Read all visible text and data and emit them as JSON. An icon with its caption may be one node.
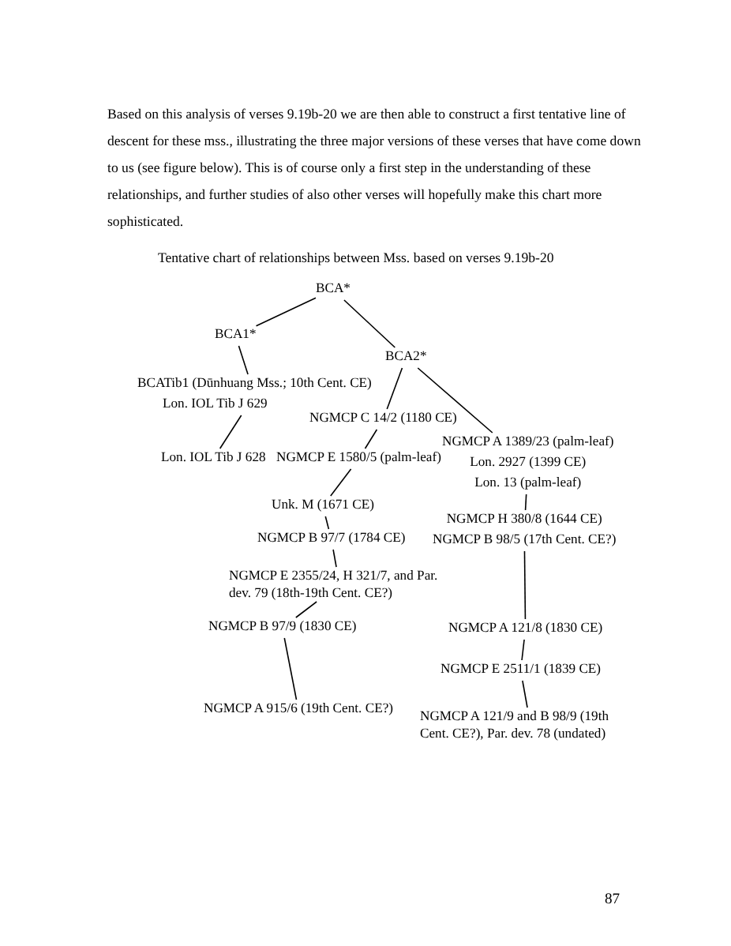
{
  "diagram": {
    "title": "Tentative chart of relationships between Mss. based on verses 9.19b-20",
    "nodes": [
      {
        "text": [
          "BCA*"
        ]
      },
      {
        "text": [
          "BCA1*"
        ]
      },
      {
        "text": [
          "BCA2*"
        ]
      },
      {
        "text": [
          "BCATib1 (Dūnhuang Mss.; 10th Cent. CE)",
          "Lon. IOL Tib J 629"
        ]
      },
      {
        "text": [
          "NGMCP C 14/2 (1180 CE)"
        ]
      },
      {
        "text": [
          "NGMCP A 1389/23 (palm-leaf)",
          "Lon. 2927 (1399 CE)",
          "Lon. 13 (palm-leaf)"
        ]
      },
      {
        "text": [
          "Lon. IOL Tib J 628"
        ]
      },
      {
        "text": [
          "NGMCP E 1580/5 (palm-leaf)"
        ]
      },
      {
        "text": [
          "Unk. M (1671 CE)"
        ]
      },
      {
        "text": [
          "NGMCP H 380/8 (1644 CE)",
          "NGMCP B 98/5 (17th Cent. CE?)"
        ]
      },
      {
        "text": [
          "NGMCP B 97/7 (1784 CE)"
        ]
      },
      {
        "text": [
          "NGMCP E 2355/24, H 321/7, and Par. dev. 79 (18th-19th Cent. CE?)"
        ]
      },
      {
        "text": [
          "NGMCP B 97/9 (1830 CE)"
        ]
      },
      {
        "text": [
          "NGMCP A 121/8 (1830 CE)"
        ]
      },
      {
        "text": [
          "NGMCP E 2511/1 (1839 CE)"
        ]
      },
      {
        "text": [
          "NGMCP A 915/6 (19th Cent. CE?)"
        ]
      },
      {
        "text": [
          "NGMCP A 121/9 and B 98/9 (19th Cent. CE?), Par. dev. 78 (undated)"
        ]
      }
    ],
    "edges": [
      {
        "from": 0,
        "to": 1,
        "arrow": "none"
      },
      {
        "from": 0,
        "to": 2,
        "arrow": "none"
      },
      {
        "from": 1,
        "to": 3,
        "arrow": "none"
      },
      {
        "from": 3,
        "to": 6,
        "arrow": "none"
      },
      {
        "from": 2,
        "to": 4,
        "arrow": "none"
      },
      {
        "from": 4,
        "to": 7,
        "arrow": "none"
      },
      {
        "from": 7,
        "to": 8,
        "arrow": "none"
      },
      {
        "from": 2,
        "to": 5,
        "arrow": "none"
      },
      {
        "from": 5,
        "to": 9,
        "arrow": "none"
      },
      {
        "from": 8,
        "to": 10,
        "arrow": "none"
      },
      {
        "from": 10,
        "to": 11,
        "arrow": "none"
      },
      {
        "from": 11,
        "to": 12,
        "arrow": "none"
      },
      {
        "from": 12,
        "to": 15,
        "arrow": "none"
      },
      {
        "from": 9,
        "to": 13,
        "arrow": "none"
      },
      {
        "from": 13,
        "to": 14,
        "arrow": "none"
      },
      {
        "from": 14,
        "to": 16,
        "arrow": "none"
      }
    ],
    "labels": [
      "Based on this analysis of verses 9.19b-20 we are then able to construct a first tentative line of descent for these mss., illustrating the three major versions of these verses that have come down to us (see figure below). This is of course only a first step in the understanding of these relationships, and further studies of also other verses will hopefully make this chart more sophisticated.",
      "87"
    ]
  }
}
